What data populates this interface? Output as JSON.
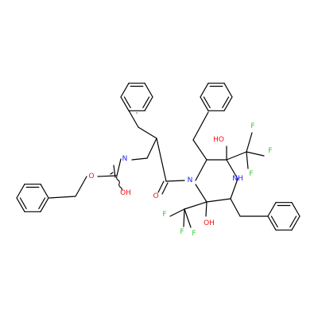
{
  "molecule": {
    "colors": {
      "bond": "#000000",
      "N": "#2121ff",
      "O": "#ff0d0d",
      "F": "#33cc33",
      "C": "#000000"
    },
    "atom_labels": {
      "n_carbamate": "N",
      "o_ester": "O",
      "oh_carbamate": "OH",
      "o_carbonyl": "O",
      "n_ring": "N",
      "nh_ring": "NH",
      "oh_upper": "HO",
      "oh_lower": "OH",
      "f_upper_1": "F",
      "f_upper_2": "F",
      "f_upper_3": "F",
      "f_lower_1": "F",
      "f_lower_2": "F",
      "f_lower_3": "F"
    }
  }
}
